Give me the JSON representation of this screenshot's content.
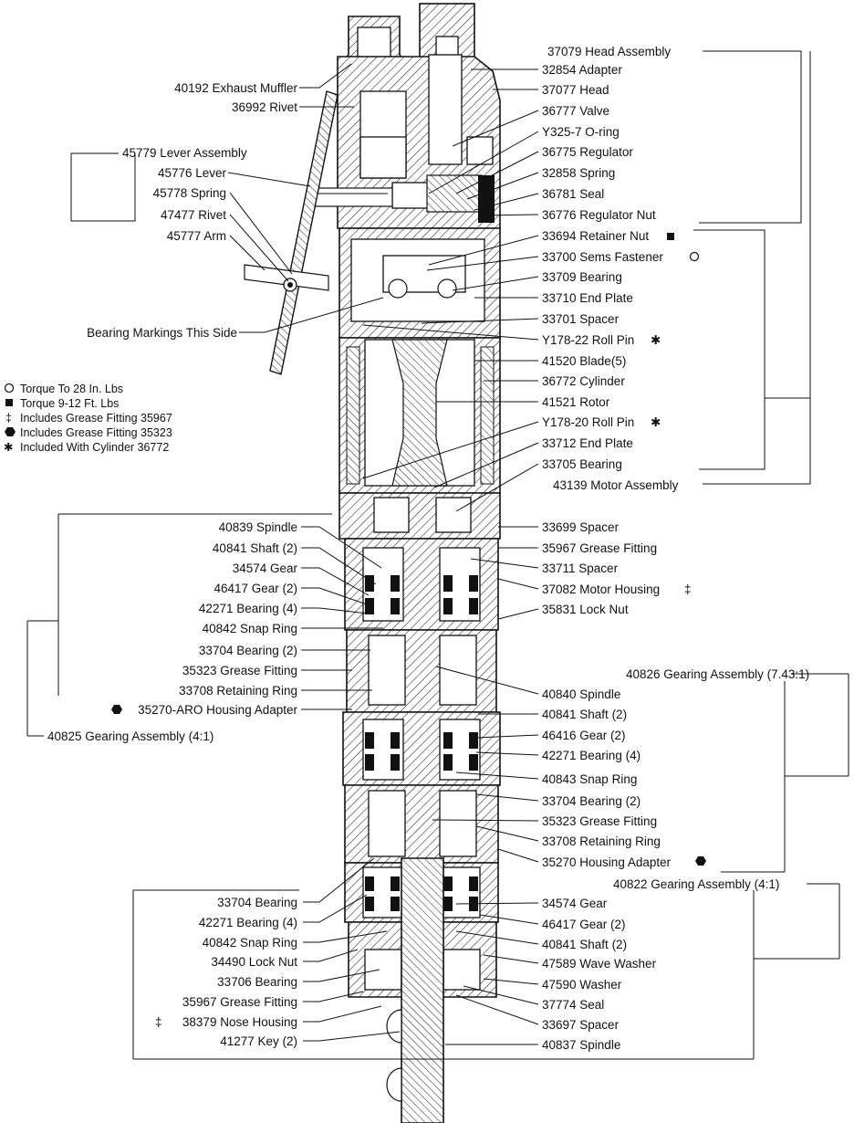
{
  "labels": {
    "l40192": "40192 Exhaust Muffler",
    "l36992": "36992 Rivet",
    "l45779": "45779 Lever Assembly",
    "l45776": "45776 Lever",
    "l45778": "45778 Spring",
    "l47477": "47477 Rivet",
    "l45777": "45777 Arm",
    "lBearingMark": "Bearing Markings This Side",
    "l40839": "40839 Spindle",
    "l40841a": "40841 Shaft (2)",
    "l34574a": "34574 Gear",
    "l46417a": "46417 Gear (2)",
    "l42271a": "42271 Bearing (4)",
    "l40842a": "40842 Snap Ring",
    "l33704a": "33704 Bearing (2)",
    "l35323a": "35323 Grease Fitting",
    "l33708a": "33708 Retaining Ring",
    "l35270a": "35270-ARO Housing Adapter",
    "l40825": "40825 Gearing Assembly (4:1)",
    "l33704b": "33704 Bearing",
    "l42271c": "42271 Bearing (4)",
    "l40842b": "40842 Snap Ring",
    "l34490": "34490 Lock Nut",
    "l33706": "33706 Bearing",
    "l35967b": "35967 Grease Fitting",
    "l38379": "38379 Nose Housing",
    "l41277": "41277 Key (2)",
    "l37079": "37079 Head Assembly",
    "l32854": "32854 Adapter",
    "l37077": "37077 Head",
    "l36777": "36777 Valve",
    "lY325": "Y325-7 O-ring",
    "l36775": "36775 Regulator",
    "l32858": "32858 Spring",
    "l36781": "36781 Seal",
    "l36776": "36776 Regulator Nut",
    "l33694": "33694 Retainer Nut",
    "l33700": "33700 Sems Fastener",
    "l33709": "33709 Bearing",
    "l33710": "33710 End Plate",
    "l33701": "33701 Spacer",
    "lY17822": "Y178-22 Roll Pin",
    "l41520": "41520 Blade(5)",
    "l36772": "36772 Cylinder",
    "l41521": "41521 Rotor",
    "lY17820": "Y178-20 Roll Pin",
    "l33712": "33712 End Plate",
    "l33705": "33705 Bearing",
    "l43139": "43139 Motor Assembly",
    "l33699": "33699 Spacer",
    "l35967a": "35967 Grease Fitting",
    "l33711": "33711 Spacer",
    "l37082": "37082 Motor Housing",
    "l35831": "35831 Lock Nut",
    "l40826": "40826 Gearing Assembly (7.43:1)",
    "l40840": "40840 Spindle",
    "l40841b": "40841 Shaft (2)",
    "l46416": "46416 Gear (2)",
    "l42271b": "42271 Bearing (4)",
    "l40843": "40843 Snap Ring",
    "l33704c": "33704 Bearing (2)",
    "l35323b": "35323 Grease Fitting",
    "l33708b": "33708 Retaining Ring",
    "l35270b": "35270 Housing Adapter",
    "l40822": "40822 Gearing Assembly (4:1)",
    "l34574b": "34574 Gear",
    "l46417b": "46417 Gear (2)",
    "l40841c": "40841 Shaft (2)",
    "l47589": "47589 Wave Washer",
    "l47590": "47590 Washer",
    "l37774": "37774 Seal",
    "l33697": "33697 Spacer",
    "l40837": "40837 Spindle"
  },
  "legend": {
    "circle": "Torque To 28 In. Lbs",
    "square": "Torque 9-12 Ft. Lbs",
    "dagger": "Includes Grease Fitting 35967",
    "hexagon": "Includes Grease Fitting 35323",
    "asterisk": "Included With Cylinder 36772"
  },
  "symbols": {
    "dagger": "‡",
    "asterisk": "✱"
  }
}
